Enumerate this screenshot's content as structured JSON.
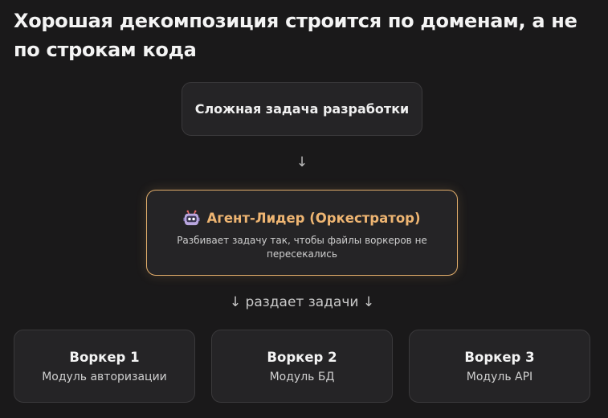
{
  "title": "Хорошая декомпозиция строится по доменам, а не по строкам кода",
  "task": {
    "label": "Сложная задача разработки"
  },
  "arrow_down": "↓",
  "leader": {
    "icon": "robot-icon",
    "title": "Агент-Лидер (Оркестратор)",
    "subtitle": "Разбивает задачу так, чтобы файлы воркеров не пересекались",
    "accent_color": "#eeb572"
  },
  "distribute_label": "↓ раздает задачи ↓",
  "workers": [
    {
      "title": "Воркер 1",
      "subtitle": "Модуль авторизации"
    },
    {
      "title": "Воркер 2",
      "subtitle": "Модуль БД"
    },
    {
      "title": "Воркер 3",
      "subtitle": "Модуль API"
    }
  ]
}
